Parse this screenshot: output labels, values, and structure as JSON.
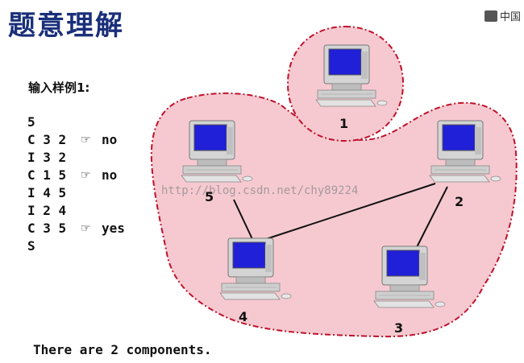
{
  "title": "题意理解",
  "corner_logo_text": "中国",
  "sample_label": "输入样例1:",
  "commands": [
    {
      "text": "5",
      "icon": "",
      "result": ""
    },
    {
      "text": "C 3 2",
      "icon": "pointing-hand-icon",
      "result": "no"
    },
    {
      "text": "I 3 2",
      "icon": "",
      "result": ""
    },
    {
      "text": "C 1 5",
      "icon": "pointing-hand-icon",
      "result": "no"
    },
    {
      "text": "I 4 5",
      "icon": "",
      "result": ""
    },
    {
      "text": "I 2 4",
      "icon": "",
      "result": ""
    },
    {
      "text": "C 3 5",
      "icon": "pointing-hand-icon",
      "result": "yes"
    },
    {
      "text": "S",
      "icon": "",
      "result": ""
    }
  ],
  "footer": "There are 2 components.",
  "watermark": "http://blog.csdn.net/chy89224",
  "nodes": [
    {
      "id": "1",
      "label": "1"
    },
    {
      "id": "2",
      "label": "2"
    },
    {
      "id": "3",
      "label": "3"
    },
    {
      "id": "4",
      "label": "4"
    },
    {
      "id": "5",
      "label": "5"
    }
  ],
  "edges": [
    {
      "from": "5",
      "to": "4"
    },
    {
      "from": "4",
      "to": "2"
    },
    {
      "from": "2",
      "to": "3"
    }
  ],
  "colors": {
    "title": "#1a2f7a",
    "region_fill": "#f6c9d0",
    "region_border": "#c0112b",
    "screen": "#2020d8",
    "computer_body": "#d2d2d2"
  }
}
